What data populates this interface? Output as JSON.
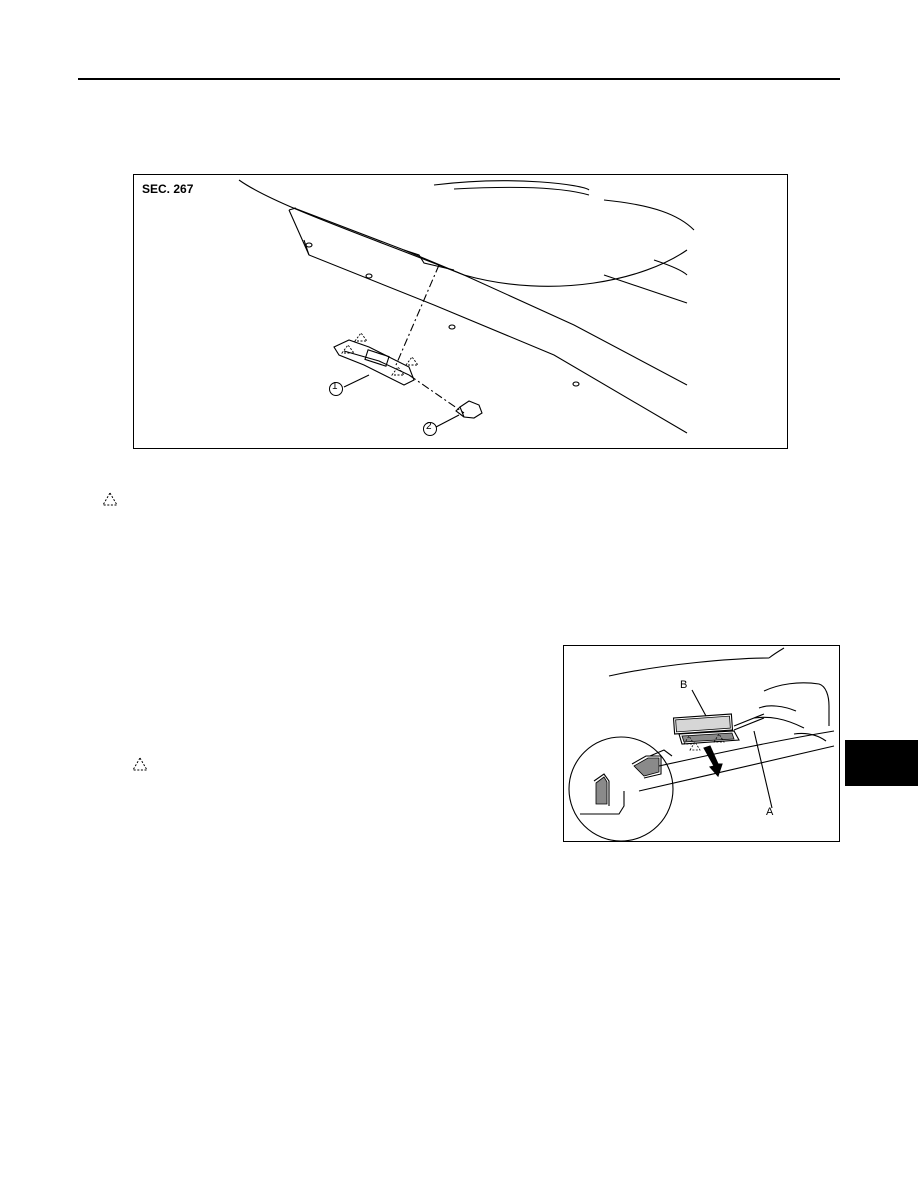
{
  "figure_main": {
    "section_label": "SEC. 267",
    "callout_1": "1",
    "callout_2": "2"
  },
  "figure_detail": {
    "label_a": "A",
    "label_b": "B"
  },
  "icons": {
    "notice_1": "dashed-triangle-icon",
    "notice_2": "dashed-triangle-icon"
  },
  "colors": {
    "ink": "#000000",
    "paper": "#ffffff",
    "hatch": "#8a8a8a"
  }
}
